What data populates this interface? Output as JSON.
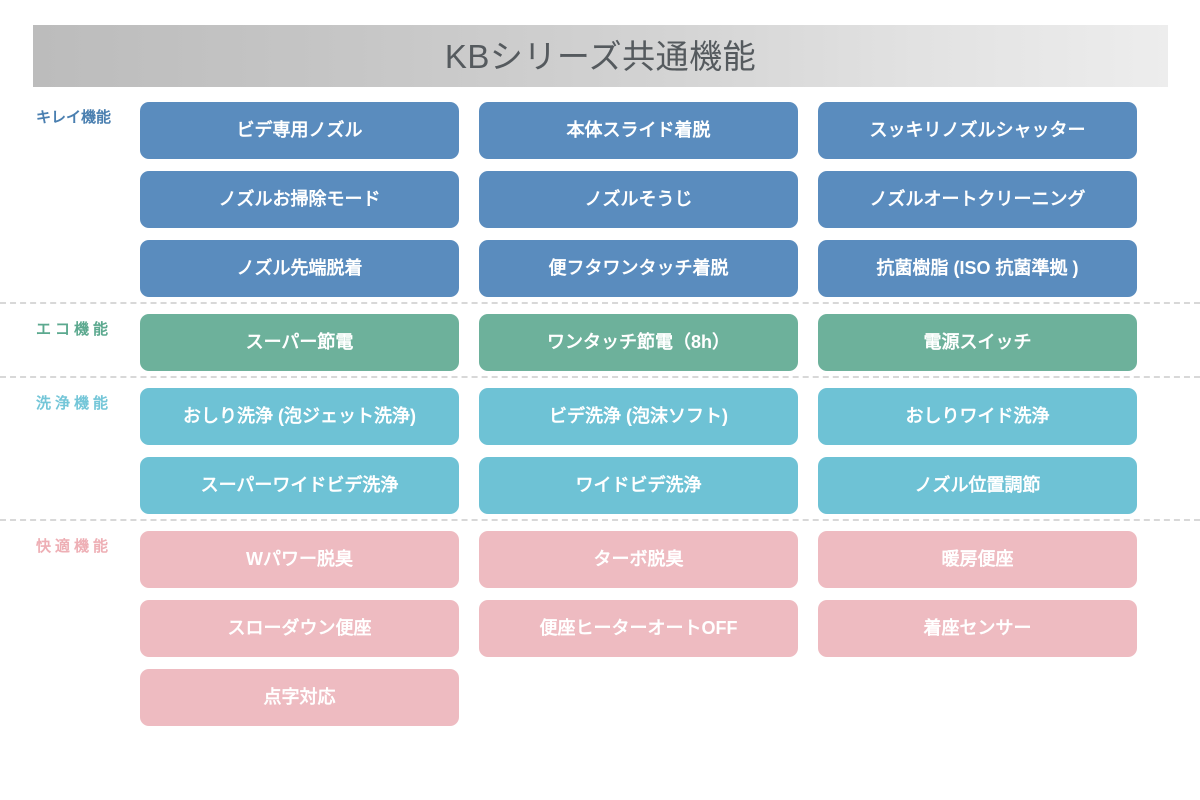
{
  "header": {
    "title": "KBシリーズ共通機能",
    "banner_gradient_from": "#bcbcbc",
    "banner_gradient_to": "#ededed",
    "title_color": "#555a5e"
  },
  "sections": [
    {
      "id": "kirei",
      "label": "キレイ機能",
      "color": "#5a8cbe",
      "label_color": "#4a7fb0",
      "letter_spaced": false,
      "tiles": [
        "ビデ専用ノズル",
        "本体スライド着脱",
        "スッキリノズルシャッター",
        "ノズルお掃除モード",
        "ノズルそうじ",
        "ノズルオートクリーニング",
        "ノズル先端脱着",
        "便フタワンタッチ着脱",
        "抗菌樹脂 (ISO 抗菌準拠 )"
      ]
    },
    {
      "id": "eco",
      "label": "エコ機能",
      "color": "#6db19b",
      "label_color": "#5ca98f",
      "letter_spaced": true,
      "tiles": [
        "スーパー節電",
        "ワンタッチ節電（8h）",
        "電源スイッチ"
      ]
    },
    {
      "id": "sen",
      "label": "洗浄機能",
      "color": "#6ec2d5",
      "label_color": "#74c6d8",
      "letter_spaced": true,
      "tiles": [
        "おしり洗浄 (泡ジェット洗浄)",
        "ビデ洗浄 (泡沫ソフト)",
        "おしりワイド洗浄",
        "スーパーワイドビデ洗浄",
        "ワイドビデ洗浄",
        "ノズル位置調節"
      ]
    },
    {
      "id": "kai",
      "label": "快適機能",
      "color": "#eebbc1",
      "label_color": "#eeafb5",
      "letter_spaced": true,
      "tiles": [
        "Wパワー脱臭",
        "ターボ脱臭",
        "暖房便座",
        "スローダウン便座",
        "便座ヒーターオートOFF",
        "着座センサー",
        "点字対応"
      ]
    }
  ],
  "separator": {
    "style": "dashed",
    "color": "#d8d8d8"
  }
}
